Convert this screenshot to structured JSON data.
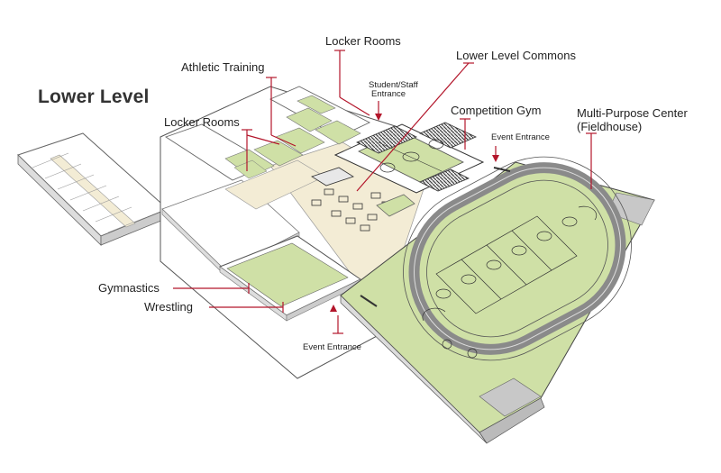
{
  "title": "Lower Level",
  "labels": {
    "locker_rooms_top": "Locker Rooms",
    "lower_level_commons": "Lower Level Commons",
    "athletic_training": "Athletic Training",
    "student_staff_entrance_1": "Student/Staff",
    "student_staff_entrance_2": "Entrance",
    "competition_gym": "Competition Gym",
    "multi_purpose_center_1": "Multi-Purpose Center",
    "multi_purpose_center_2": "(Fieldhouse)",
    "event_entrance_right": "Event Entrance",
    "locker_rooms_left": "Locker Rooms",
    "gymnastics": "Gymnastics",
    "wrestling": "Wrestling",
    "event_entrance_bottom": "Event Entrance"
  },
  "colors": {
    "leader": "#b3162b",
    "floor": "#f3ecd5",
    "green": "#cfe0a6",
    "track": "#8a8a8a",
    "walls": "#444444"
  }
}
